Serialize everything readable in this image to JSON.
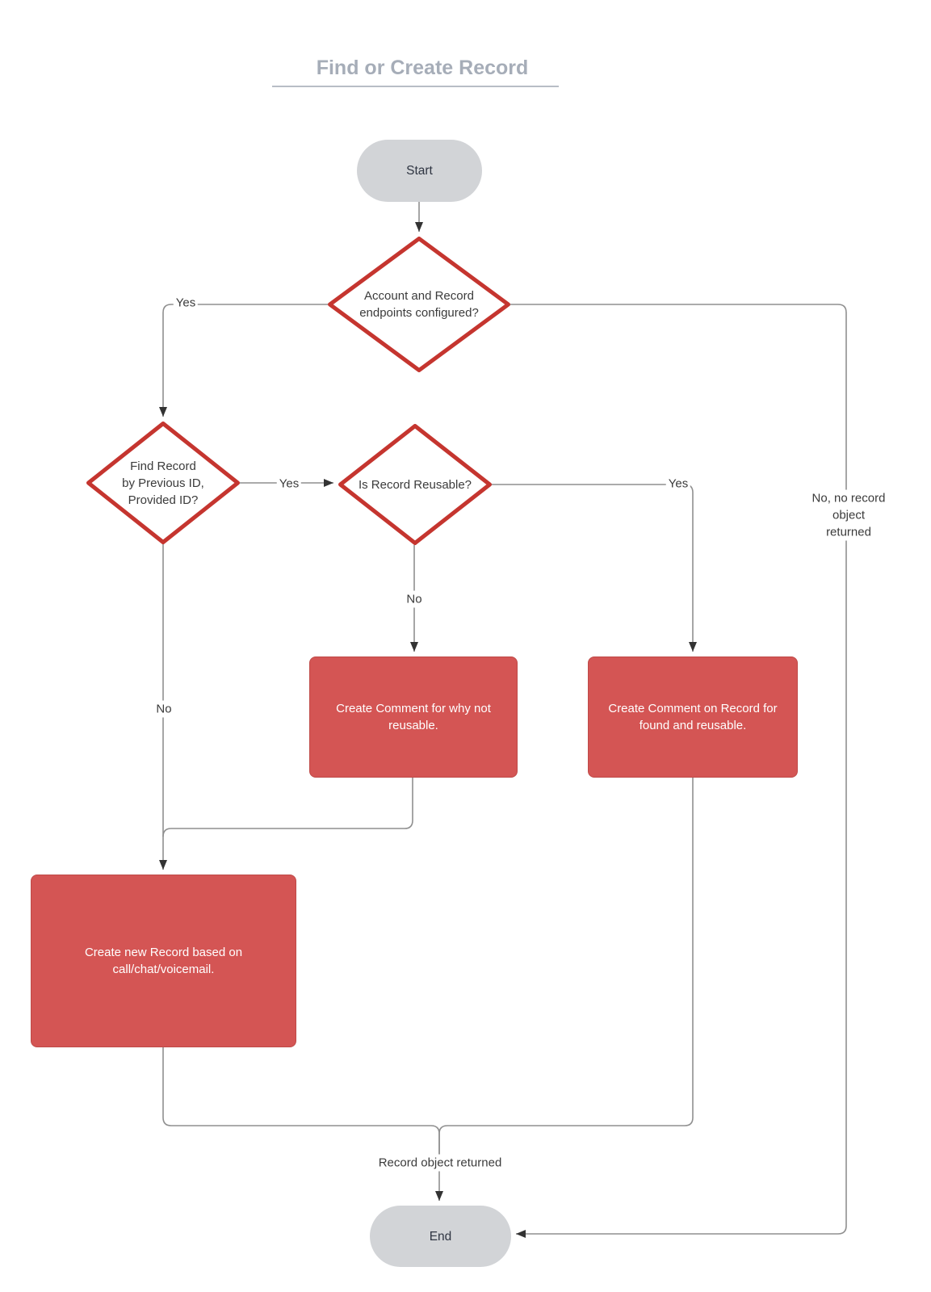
{
  "title": {
    "text": "Find or Create Record"
  },
  "nodes": {
    "start": {
      "label": "Start"
    },
    "decision_endpoints": {
      "label": "Account and Record\nendpoints configured?"
    },
    "decision_find_record": {
      "label": "Find Record\nby Previous ID,\nProvided ID?"
    },
    "decision_reusable": {
      "label": "Is Record Reusable?"
    },
    "comment_not_reusable": {
      "label": "Create Comment for why not\nreusable."
    },
    "comment_found_reusable": {
      "label": "Create Comment on Record for\nfound and reusable."
    },
    "create_record": {
      "label": "Create new Record based on\ncall/chat/voicemail."
    },
    "end": {
      "label": "End"
    }
  },
  "edge_labels": {
    "yes_left": "Yes",
    "yes_mid": "Yes",
    "yes_right": "Yes",
    "no_mid": "No",
    "no_left": "No",
    "no_feedback": "No, no record\nobject returned",
    "record_returned": "Record object returned"
  },
  "colors": {
    "canvas": "#ffffff",
    "node-red": "#d45554",
    "node-red-border": "#bf4a48",
    "diamond-stroke": "#c5352f",
    "diamond-fill": "#ffffff",
    "terminator-fill": "#d2d4d7",
    "terminator-text": "#2f3542",
    "text-dark": "#3b3b3b",
    "line": "#8f8f8f",
    "arrow": "#333333",
    "title-text": "#a6adb8",
    "title-underline": "#b8bdc6",
    "box-text": "#ffffff"
  }
}
